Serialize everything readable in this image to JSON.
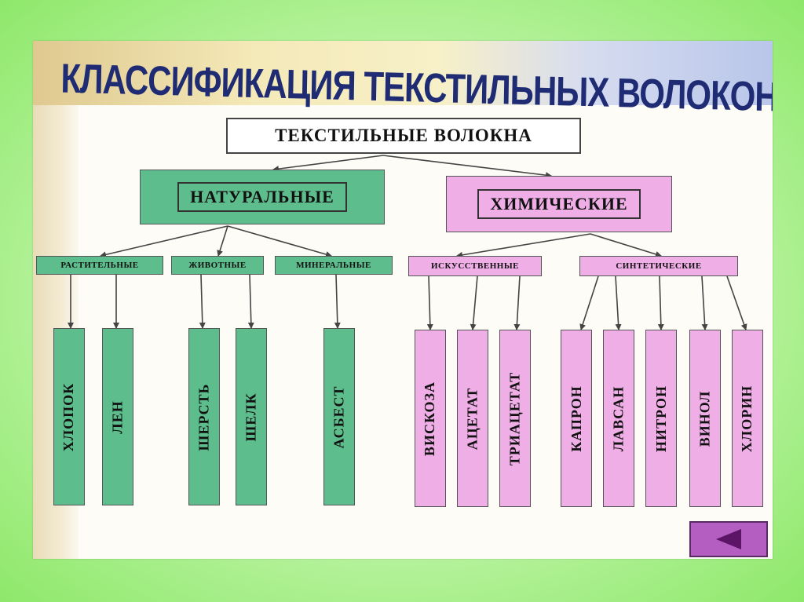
{
  "title": "КЛАССИФИКАЦИЯ ТЕКСТИЛЬНЫХ ВОЛОКОН",
  "root": "ТЕКСТИЛЬНЫЕ ВОЛОКНА",
  "natural": {
    "label": "НАТУРАЛЬНЫЕ",
    "groups": [
      {
        "label": "РАСТИТЕЛЬНЫЕ",
        "leaves": [
          "ХЛОПОК",
          "ЛЕН"
        ]
      },
      {
        "label": "ЖИВОТНЫЕ",
        "leaves": [
          "ШЕРСТЬ",
          "ШЕЛК"
        ]
      },
      {
        "label": "МИНЕРАЛЬНЫЕ",
        "leaves": [
          "АСБЕСТ"
        ]
      }
    ]
  },
  "chemical": {
    "label": "ХИМИЧЕСКИЕ",
    "groups": [
      {
        "label": "ИСКУССТВЕННЫЕ",
        "leaves": [
          "ВИСКОЗА",
          "АЦЕТАТ",
          "ТРИАЦЕТАТ"
        ]
      },
      {
        "label": "СИНТЕТИЧЕСКИЕ",
        "leaves": [
          "КАПРОН",
          "ЛАВСАН",
          "НИТРОН",
          "ВИНОЛ",
          "ХЛОРИН"
        ]
      }
    ]
  },
  "colors": {
    "natural": "#5dbd8c",
    "chemical": "#efaee6",
    "button": "#b35ec0"
  },
  "back_button": {
    "icon": "triangle-left-icon"
  }
}
